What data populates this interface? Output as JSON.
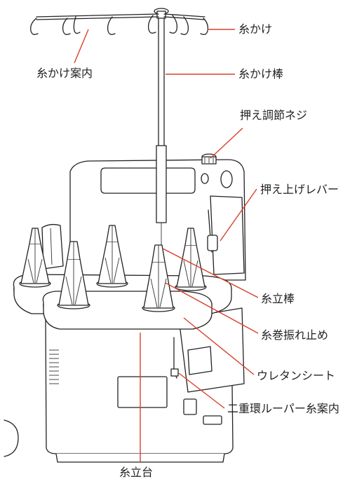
{
  "labels": {
    "thread_guide": "糸かけ",
    "thread_guide_guide": "糸かけ案内",
    "thread_guide_rod": "糸かけ棒",
    "pressure_adjust_screw": "押え調節ネジ",
    "presser_lift_lever": "押え上げレバー",
    "spool_pin": "糸立棒",
    "spool_anti_wobble": "糸巻振れ止め",
    "urethane_sheet": "ウレタンシート",
    "double_ring_looper_guide": "二重環ルーパー糸案内",
    "spool_stand": "糸立台"
  },
  "colors": {
    "leader_line": "#d8402a",
    "ink": "#222222",
    "background": "#ffffff"
  }
}
